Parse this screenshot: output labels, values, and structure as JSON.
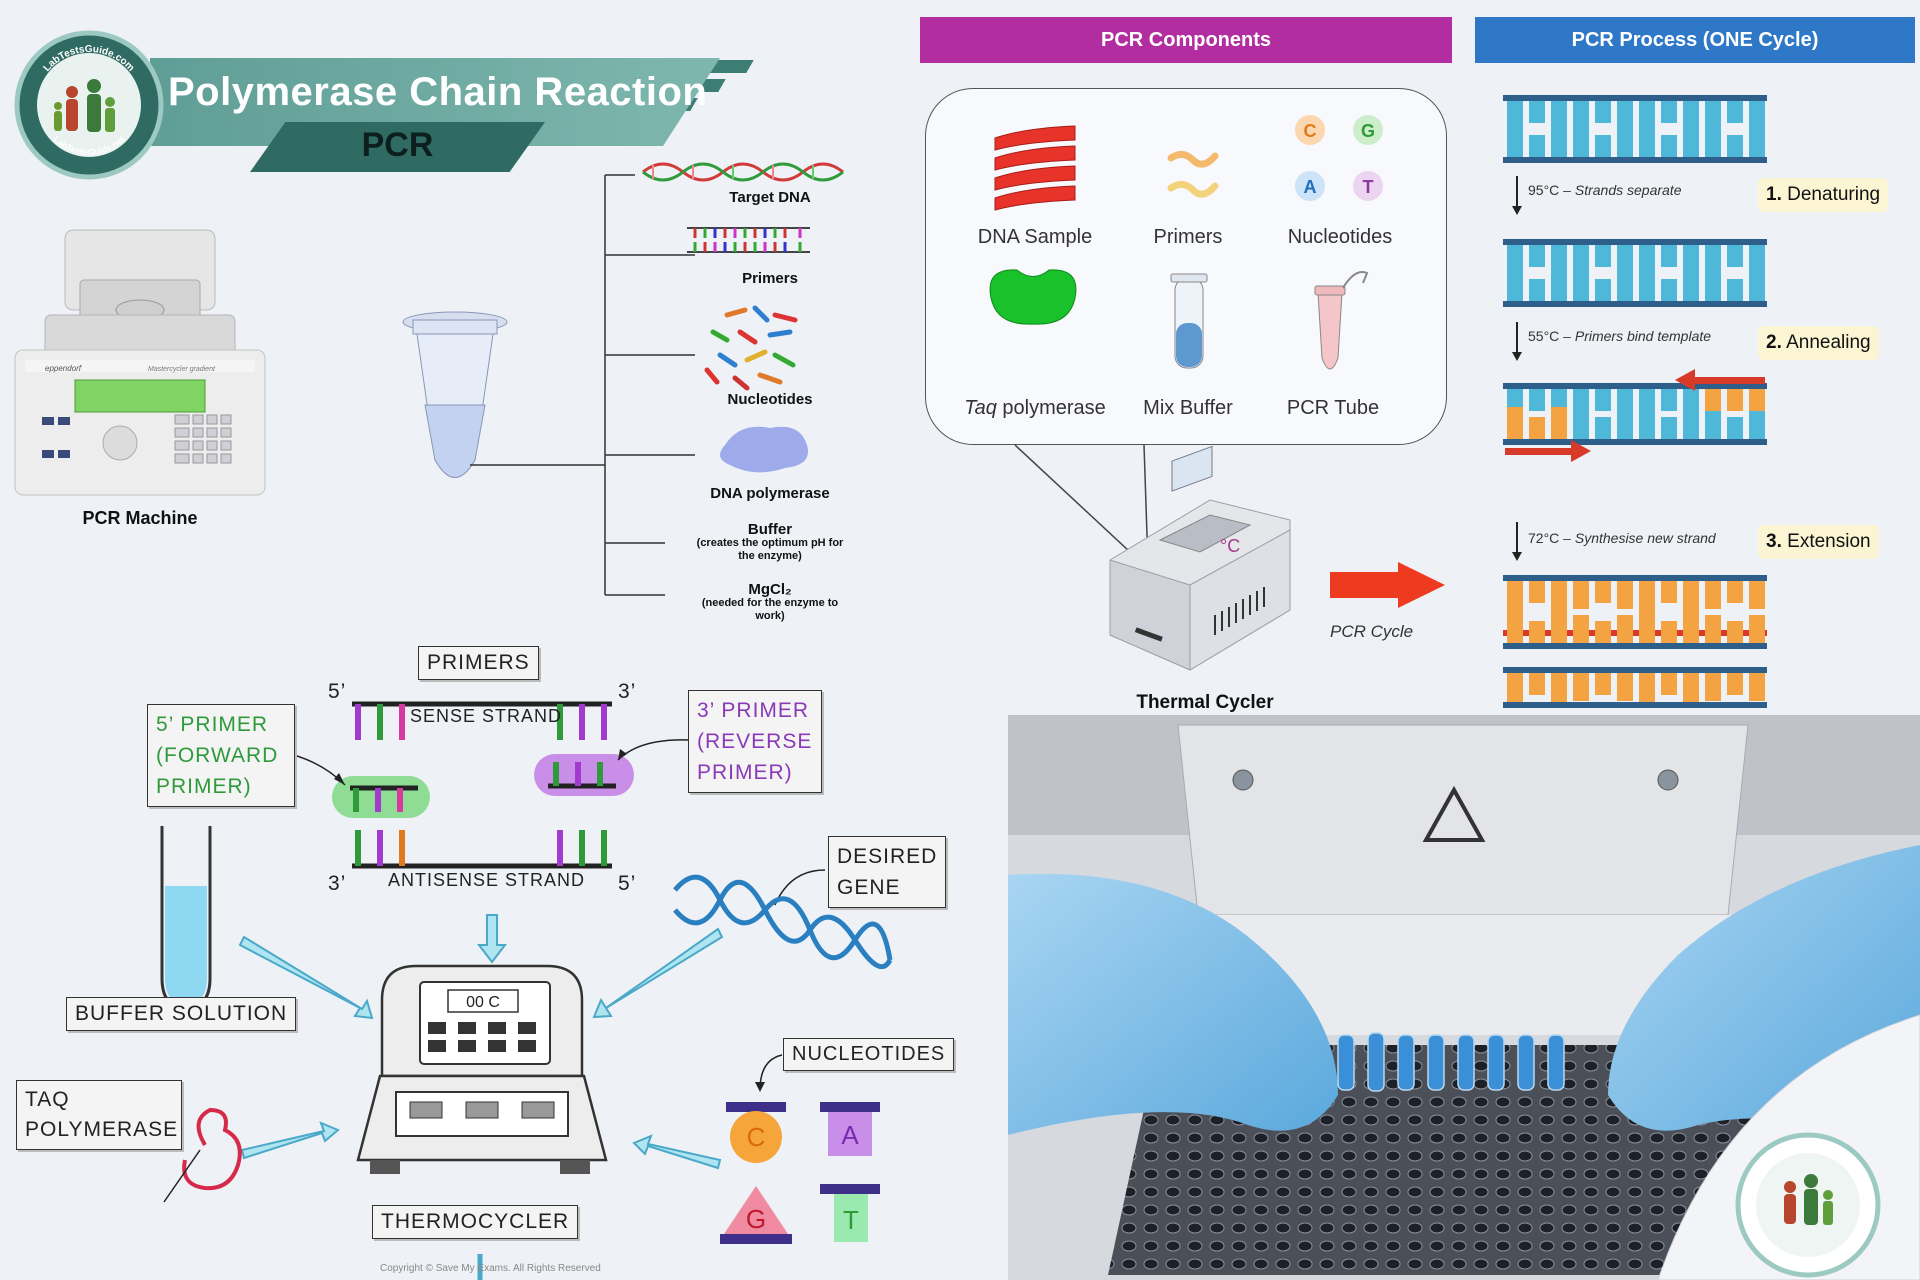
{
  "header": {
    "title": "Polymerase Chain Reaction",
    "subtitle": "PCR",
    "logo_text_top": "LabTestsGuide.com",
    "logo_text_bottom": "LabTestsGuide.net"
  },
  "machine": {
    "brand": "eppendorf",
    "model": "Mastercycler gradient",
    "label": "PCR Machine"
  },
  "tube_diagram": {
    "items": [
      {
        "label": "Target DNA",
        "note": ""
      },
      {
        "label": "Primers",
        "note": ""
      },
      {
        "label": "Nucleotides",
        "note": ""
      },
      {
        "label": "DNA polymerase",
        "note": ""
      },
      {
        "label": "Buffer",
        "note": "(creates the optimum pH for the enzyme)"
      },
      {
        "label": "MgCl₂",
        "note": "(needed for the enzyme to work)"
      }
    ]
  },
  "components": {
    "header": "PCR Components",
    "items": [
      {
        "label": "DNA Sample"
      },
      {
        "label": "Primers"
      },
      {
        "label": "Nucleotides"
      },
      {
        "label_italic": "Taq",
        "label": " polymerase"
      },
      {
        "label": "Mix Buffer"
      },
      {
        "label": "PCR Tube"
      }
    ],
    "bases": [
      "C",
      "G",
      "A",
      "T"
    ],
    "thermal_cycler_label": "Thermal Cycler",
    "thermal_display": "°C",
    "pcr_cycle_label": "PCR Cycle"
  },
  "process": {
    "header": "PCR Process  (ONE Cycle)",
    "steps": [
      {
        "number": "1.",
        "name": "Denaturing",
        "temp": "95°C",
        "note": "Strands separate"
      },
      {
        "number": "2.",
        "name": "Annealing",
        "temp": "55°C",
        "note": "Primers bind template"
      },
      {
        "number": "3.",
        "name": "Extension",
        "temp": "72°C",
        "note": "Synthesise new strand"
      }
    ],
    "colors": {
      "strand": "#4fb8d8",
      "new_strand": "#f4a342",
      "backbone": "#2d5f8a",
      "arrow": "#d83a2a"
    }
  },
  "sketch": {
    "primers_title": "PRIMERS",
    "five_prime": "5’",
    "three_prime": "3’",
    "sense": "SENSE  STRAND",
    "antisense": "ANTISENSE  STRAND",
    "forward_primer": [
      "5’  PRIMER",
      "(FORWARD",
      "PRIMER)"
    ],
    "reverse_primer": [
      "3’  PRIMER",
      "(REVERSE",
      "PRIMER)"
    ],
    "desired_gene": [
      "DESIRED",
      "GENE"
    ],
    "buffer_solution": "BUFFER  SOLUTION",
    "taq_polymerase": [
      "TAQ",
      "POLYMERASE"
    ],
    "thermocycler": "THERMOCYCLER",
    "display": "00 C",
    "nucleotides": "NUCLEOTIDES",
    "bases": [
      "C",
      "A",
      "G",
      "T"
    ],
    "copyright": "Copyright © Save My Exams. All Rights Reserved"
  }
}
